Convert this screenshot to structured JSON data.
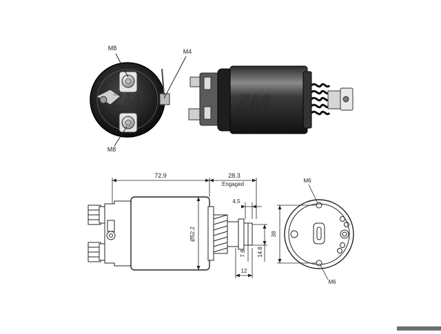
{
  "labels": {
    "m8_top": "M8",
    "m4": "M4",
    "m8_bottom": "M8",
    "len_body": "72.9",
    "len_engaged": "28.3",
    "engaged": "Engaged",
    "d_4_5": "4.5",
    "dia_52_2": "Ø52.2",
    "d_7_8": "7.8",
    "d_14_8": "14.8",
    "d_12": "12",
    "d_38": "38",
    "m6_top": "M6",
    "m6_bottom": "M6",
    "watermark": "ZM"
  },
  "colors": {
    "line": "#222222",
    "metal_dark": "#1a1a1a",
    "metal_mid": "#6a6a6a",
    "metal_light": "#d8d8d8",
    "footer_bar": "#6e6e6e"
  }
}
